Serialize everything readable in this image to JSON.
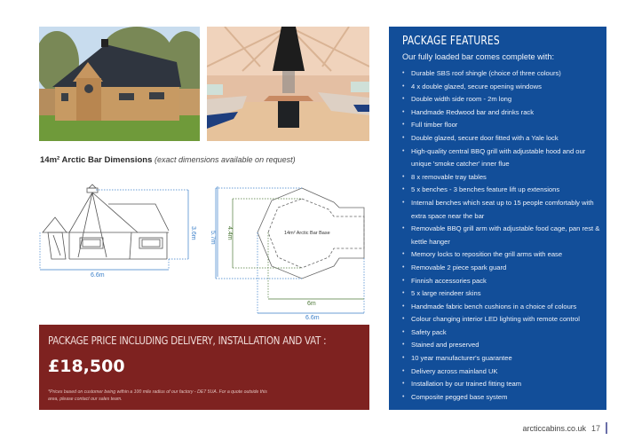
{
  "photos": {
    "exterior_alt": "Exterior of Arctic bar cabin with slate roof shingles",
    "interior_alt": "Interior of Arctic bar with central BBQ grill and reindeer-skin benches"
  },
  "dimensions": {
    "title_bold": "14m² Arctic Bar Dimensions",
    "title_italic": "(exact dimensions available on request)",
    "elevation": {
      "width_label": "6.6m",
      "height_label": "3.6m",
      "overall_height_label": "5.7m"
    },
    "plan": {
      "base_label": "14m² Arctic Bar Base",
      "depth_label": "4.4m",
      "inner_width_label": "6m",
      "outer_width_label": "6.6m"
    }
  },
  "price": {
    "heading": "PACKAGE PRICE INCLUDING DELIVERY, INSTALLATION AND VAT :",
    "value": "£18,500",
    "note": "*Prices based on customer being within a 100 mile radius of our factory - DE7 5UA. For a quote outside this area, please contact our sales team."
  },
  "features": {
    "title": "PACKAGE FEATURES",
    "intro": "Our fully loaded bar comes complete with:",
    "items": [
      "Durable SBS roof shingle (choice of three colours)",
      "4 x double glazed, secure opening windows",
      "Double width side room - 2m long",
      "Handmade Redwood bar and drinks rack",
      "Full timber floor",
      "Double glazed, secure door fitted with a Yale lock",
      "High-quality central BBQ grill with adjustable hood and our unique 'smoke catcher' inner flue",
      "8 x removable tray tables",
      "5 x benches - 3 benches feature lift up extensions",
      "Internal benches which seat up to 15 people comfortably with extra space near the bar",
      "Removable BBQ grill arm with adjustable food cage, pan rest & kettle hanger",
      "Memory locks to reposition the grill arms with ease",
      "Removable 2 piece spark guard",
      "Finnish accessories pack",
      "5 x large reindeer skins",
      "Handmade fabric bench cushions in a choice of colours",
      "Colour changing interior LED lighting with remote control",
      "Safety pack",
      "Stained and preserved",
      "10 year manufacturer's guarantee",
      "Delivery across mainland UK",
      "Installation by our trained fitting team",
      "Composite pegged base system"
    ]
  },
  "footer": {
    "website": "arcticcabins.co.uk",
    "page_number": "17"
  },
  "colors": {
    "features_bg": "#124e99",
    "price_bg": "#7e2220",
    "dimension_blue": "#3a7fc9",
    "dimension_green": "#4f7a3a"
  }
}
